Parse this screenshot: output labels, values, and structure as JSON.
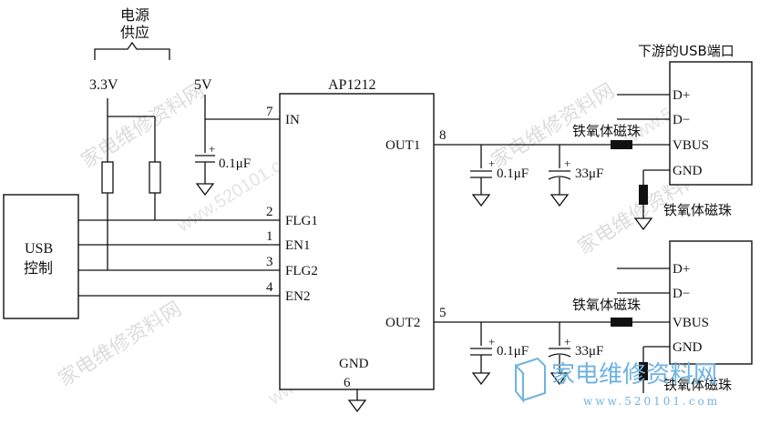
{
  "power_supply": {
    "line1": "电源",
    "line2": "供应"
  },
  "rails": {
    "v33": "3.3V",
    "v5": "5V"
  },
  "usb_ctrl": {
    "line1": "USB",
    "line2": "控制"
  },
  "ic": {
    "name": "AP1212",
    "in": "IN",
    "in_pin": "7",
    "flg1": "FLG1",
    "flg1_pin": "2",
    "en1": "EN1",
    "en1_pin": "1",
    "flg2": "FLG2",
    "flg2_pin": "3",
    "en2": "EN2",
    "en2_pin": "4",
    "out1": "OUT1",
    "out1_pin": "8",
    "out2": "OUT2",
    "out2_pin": "5",
    "gnd": "GND",
    "gnd_pin": "6"
  },
  "caps": {
    "in_cap": "0.1μF",
    "c1a": "0.1μF",
    "c1b": "33μF",
    "c2a": "0.1μF",
    "c2b": "33μF"
  },
  "ports": {
    "title": "下游的USB端口",
    "dp": "D+",
    "dm": "D−",
    "vbus": "VBUS",
    "gnd": "GND"
  },
  "bead_label": "铁氧体磁珠",
  "watermark": {
    "text": "家电维修资料网",
    "url": "www.520101.com",
    "logo": "家电维修资料网",
    "logo_url": "www.520101.com"
  }
}
